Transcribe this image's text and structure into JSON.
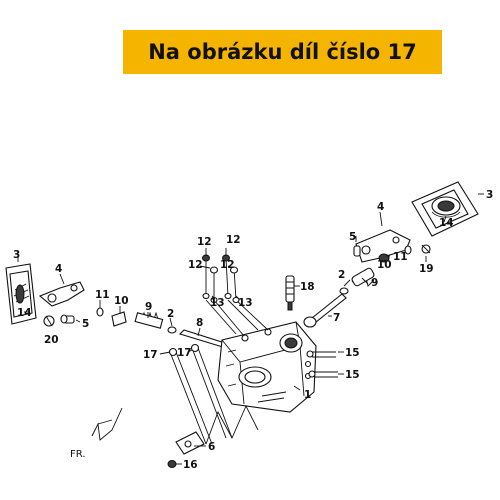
{
  "banner": {
    "text": "Na obrázku díl číslo 17",
    "color": "#f5b400"
  },
  "diagram": {
    "direction_label": "FR.",
    "callouts": {
      "c1": "1",
      "c2a": "2",
      "c2b": "2",
      "c3a": "3",
      "c3b": "3",
      "c4a": "4",
      "c4b": "4",
      "c5a": "5",
      "c5b": "5",
      "c6": "6",
      "c7": "7",
      "c8": "8",
      "c9a": "9",
      "c9b": "9",
      "c10a": "10",
      "c10b": "10",
      "c11a": "11",
      "c11b": "11",
      "c12a": "12",
      "c12b": "12",
      "c12c": "12",
      "c12d": "12",
      "c13a": "13",
      "c13b": "13",
      "c14a": "14",
      "c14b": "14",
      "c15a": "15",
      "c15b": "15",
      "c16": "16",
      "c17a": "17",
      "c17b": "17",
      "c18": "18",
      "c19": "19",
      "c20": "20"
    }
  }
}
